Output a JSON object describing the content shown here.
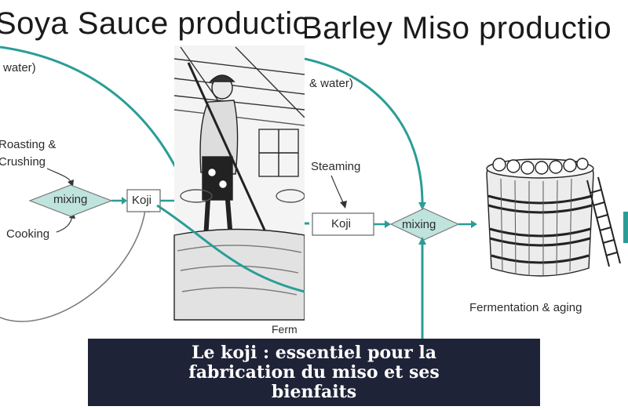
{
  "left": {
    "title": "Soya Sauce productio",
    "water": "water)",
    "roasting": "Roasting &",
    "crushing": "Crushing",
    "mixing": "mixing",
    "koji": "Koji",
    "cooking": "Cooking",
    "ferm": "Ferm"
  },
  "right": {
    "title": "Barley Miso productio",
    "water": "& water)",
    "steaming": "Steaming",
    "koji": "Koji",
    "mixing": "mixing",
    "fermentation": "Fermentation & aging"
  },
  "caption": {
    "line1": "Le koji : essentiel pour la",
    "line2": "fabrication du miso et ses",
    "line3": "bienfaits"
  },
  "colors": {
    "teal": "#2a9d96",
    "diamond_fill": "#bfe3dd",
    "caption_bg": "#1f2337"
  }
}
